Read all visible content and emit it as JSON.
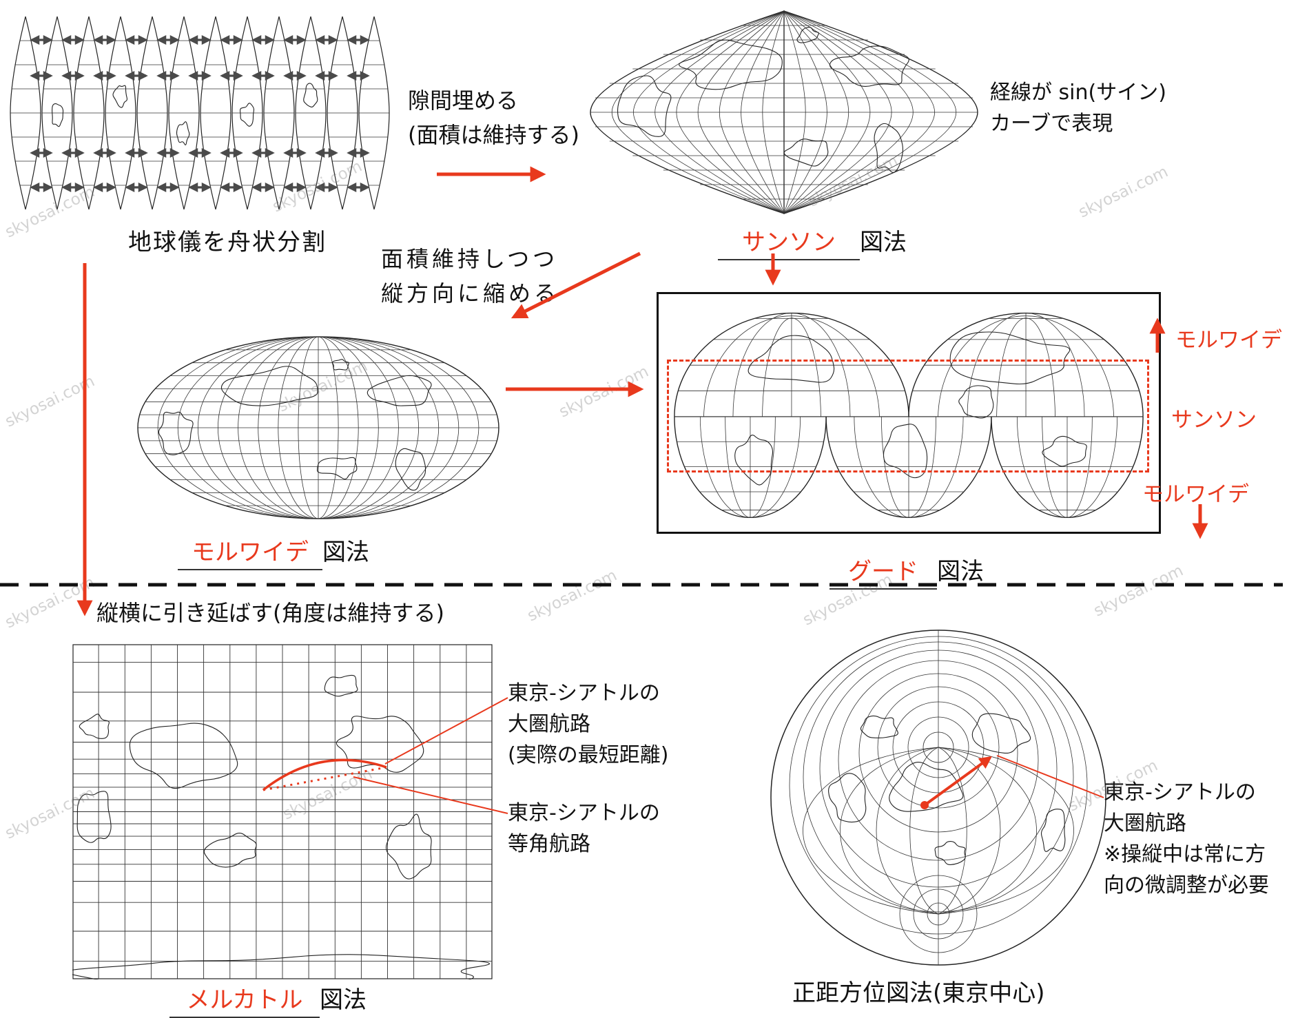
{
  "colors": {
    "accent_red": "#E8391D",
    "ink": "#111111",
    "map_stroke": "#222222"
  },
  "watermark_text": "skyosai.com",
  "gore_section": {
    "caption": "地球儀を舟状分割"
  },
  "step_fill_gaps": {
    "line1": "隙間埋める",
    "line2": "(面積は維持する)"
  },
  "sanson_section": {
    "note_line1": "経線が sin(サイン)",
    "note_line2": "カーブで表現",
    "name": "サンソン",
    "suffix": "図法"
  },
  "step_shrink": {
    "line1": "面積維持しつつ",
    "line2": "縦方向に縮める"
  },
  "mollweide_section": {
    "name": "モルワイデ",
    "suffix": "図法"
  },
  "goode_section": {
    "name": "グード",
    "suffix": "図法",
    "label_top": "モルワイデ",
    "label_middle": "サンソン",
    "label_bottom": "モルワイデ"
  },
  "step_stretch": {
    "text": "縦横に引き延ばす(角度は維持する)"
  },
  "mercator_section": {
    "name": "メルカトル",
    "suffix": "図法",
    "great_circle": {
      "line1": "東京-シアトルの",
      "line2": "大圏航路",
      "line3": "(実際の最短距離)"
    },
    "rhumb": {
      "line1": "東京-シアトルの",
      "line2": "等角航路"
    }
  },
  "azimuthal_section": {
    "caption": "正距方位図法(東京中心)",
    "note": {
      "line1": "東京-シアトルの",
      "line2": "大圏航路",
      "line3": "※操縦中は常に方",
      "line4": "向の微調整が必要"
    }
  }
}
